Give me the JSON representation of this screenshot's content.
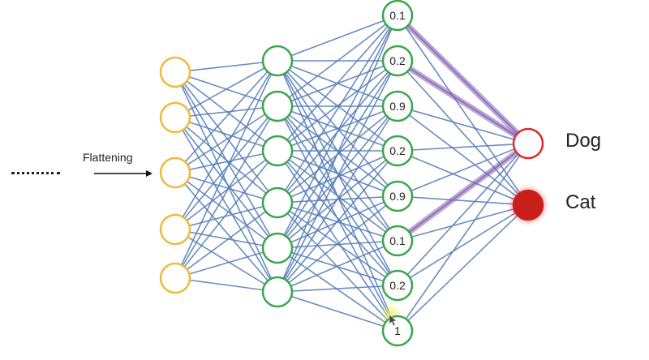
{
  "flatten": {
    "label": "Flattening"
  },
  "input_layer": {
    "count": 5,
    "color": "#f0b93a"
  },
  "hidden_layer_1": {
    "count": 6,
    "color": "#3aa64c"
  },
  "hidden_layer_2": {
    "color": "#3aa64c",
    "values": [
      "0.1",
      "0.2",
      "0.9",
      "0.2",
      "0.9",
      "0.1",
      "0.2",
      "1"
    ]
  },
  "output_layer": {
    "nodes": [
      {
        "label": "Dog",
        "stroke": "#e0282d",
        "fill": "#ffffff"
      },
      {
        "label": "Cat",
        "stroke": "#d0201f",
        "fill": "#c91e1a"
      }
    ]
  },
  "edge_color": "#5a7fb8",
  "highlight_color": "#8a5ab0",
  "highlights": [
    {
      "from_hidden2_index": 0,
      "to_output_index": 0
    },
    {
      "from_hidden2_index": 1,
      "to_output_index": 0
    },
    {
      "from_hidden2_index": 5,
      "to_output_index": 0
    }
  ]
}
